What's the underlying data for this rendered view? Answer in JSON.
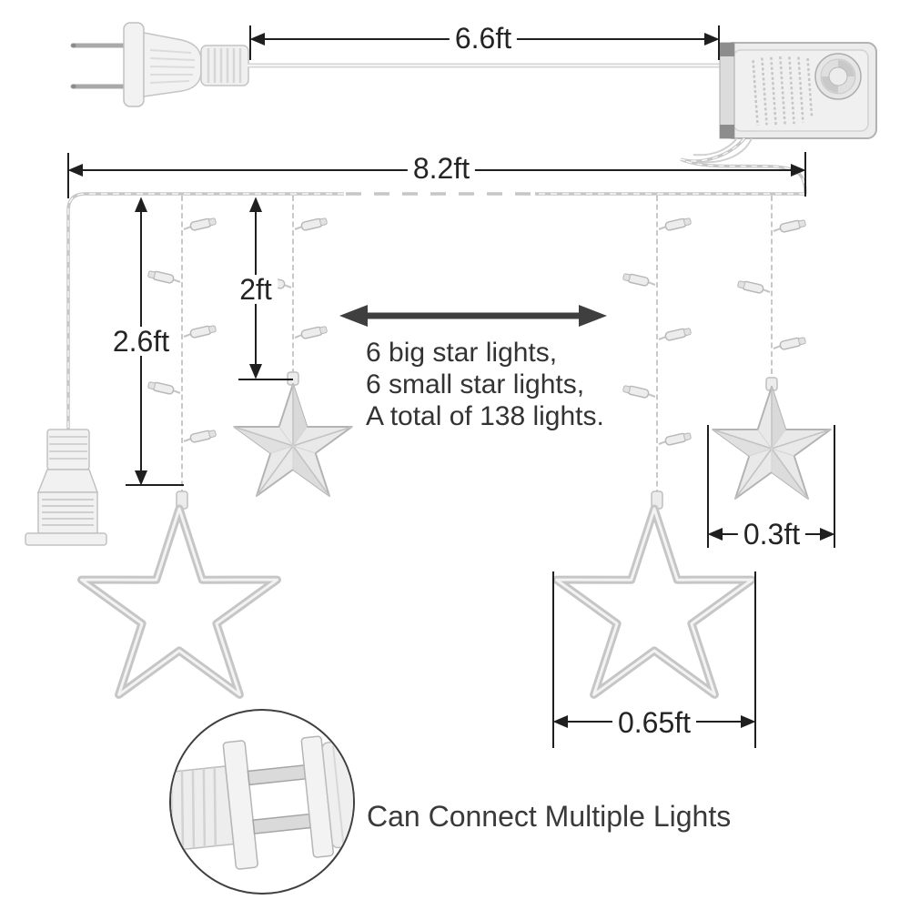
{
  "labels": {
    "cord": "6.6ft",
    "span": "8.2ft",
    "long_drop": "2.6ft",
    "short_drop": "2ft",
    "small_star": "0.3ft",
    "big_star": "0.65ft"
  },
  "annotation": {
    "lines": [
      "6 big star lights,",
      "6 small star lights,",
      "A total of 138 lights."
    ]
  },
  "caption": {
    "text": "Can Connect Multiple Lights"
  },
  "colors": {
    "dimension_line": "#1f1f1f",
    "annotation_text": "#333333",
    "big_arrow": "#3f3f3f",
    "wire": "#c8c8c8",
    "hardware_fill": "#f1f1f1",
    "hardware_stroke": "#c2c2c2",
    "star_fill": "#e9e9e9",
    "star_outline": "#c6c6c6"
  },
  "graphics": {
    "plug": "two-prong-power-plug",
    "controller": "controller-box-with-mode-dial",
    "end_connector": "stackable-end-connector",
    "detail_inset": "connector-joining-detail",
    "pendants": "big-and-small-star-lights"
  }
}
